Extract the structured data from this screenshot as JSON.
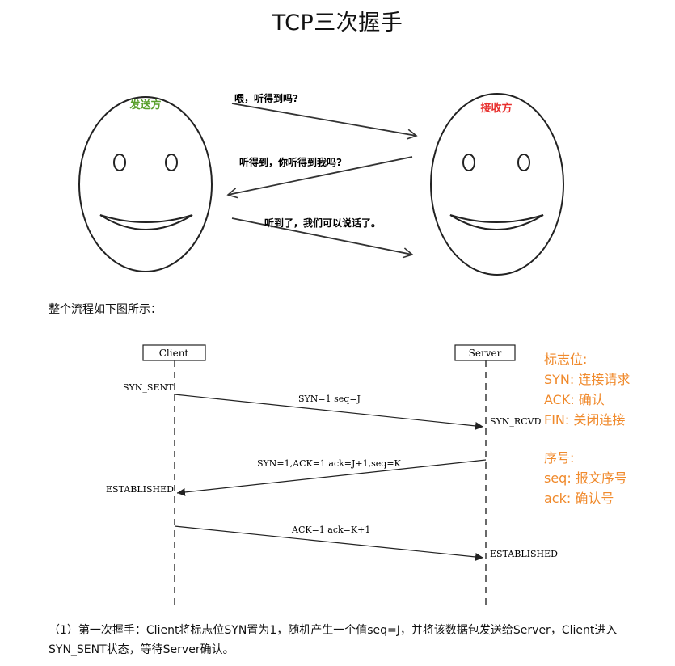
{
  "title": "TCP三次握手",
  "cartoon": {
    "sender_label": "发送方",
    "receiver_label": "接收方",
    "msg1": "喂，听得到吗?",
    "msg2": "听得到，你听得到我吗?",
    "msg3": "听到了，我们可以说话了。",
    "sender_color": "#5aa02c",
    "receiver_color": "#e8312f"
  },
  "intro": "整个流程如下图所示：",
  "sequence": {
    "client_label": "Client",
    "server_label": "Server",
    "state_syn_sent": "SYN_SENT",
    "state_syn_rcvd": "SYN_RCVD",
    "state_established_client": "ESTABLISHED",
    "state_established_server": "ESTABLISHED",
    "msg1": "SYN=1 seq=J",
    "msg2": "SYN=1,ACK=1 ack=J+1,seq=K",
    "msg3": "ACK=1 ack=K+1"
  },
  "legend": {
    "flags_title": "标志位:",
    "syn": "SYN: 连接请求",
    "ack": "ACK: 确认",
    "fin": "FIN:   关闭连接",
    "seq_title": "序号:",
    "seq": "seq: 报文序号",
    "ack_no": "ack: 确认号",
    "color": "#f08a2c"
  },
  "step1": "（1）第一次握手：Client将标志位SYN置为1，随机产生一个值seq=J，并将该数据包发送给Server，Client进入SYN_SENT状态，等待Server确认。"
}
